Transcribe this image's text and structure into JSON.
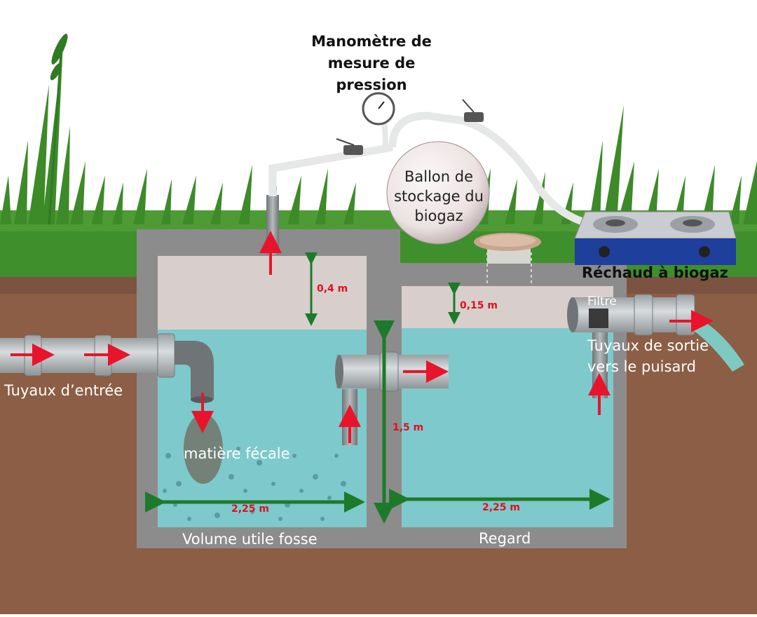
{
  "labels": {
    "manometre_line1": "Manomètre de",
    "manometre_line2": "mesure de",
    "manometre_line3": "pression",
    "ballon_line1": "Ballon de",
    "ballon_line2": "stockage du",
    "ballon_line3": "biogaz",
    "rechaud": "Réchaud à biogaz",
    "filtre": "Filtre",
    "sortie_line1": "Tuyaux de sortie",
    "sortie_line2": "vers le puisard",
    "entree": "Tuyaux d’entrée",
    "matiere": "matière fécale",
    "volume": "Volume utile fosse",
    "regard": "Regard"
  },
  "dimensions": {
    "gas_space_left": "0,4 m",
    "gas_space_right": "0,15 m",
    "depth": "1,5 m",
    "width_left": "2,25 m",
    "width_right": "2,25 m"
  },
  "colors": {
    "sky": "#ffffff",
    "grass": "#3f8f2c",
    "soil": "#8b5e45",
    "concrete": "#8d8c8c",
    "water": "#7ec9cc",
    "airspace": "#d8cfcc",
    "pipe": "#b8bcbe",
    "flow_arrow": "#e8142c",
    "dimension_arrow": "#1d7a2a",
    "label_red": "#e01020"
  }
}
